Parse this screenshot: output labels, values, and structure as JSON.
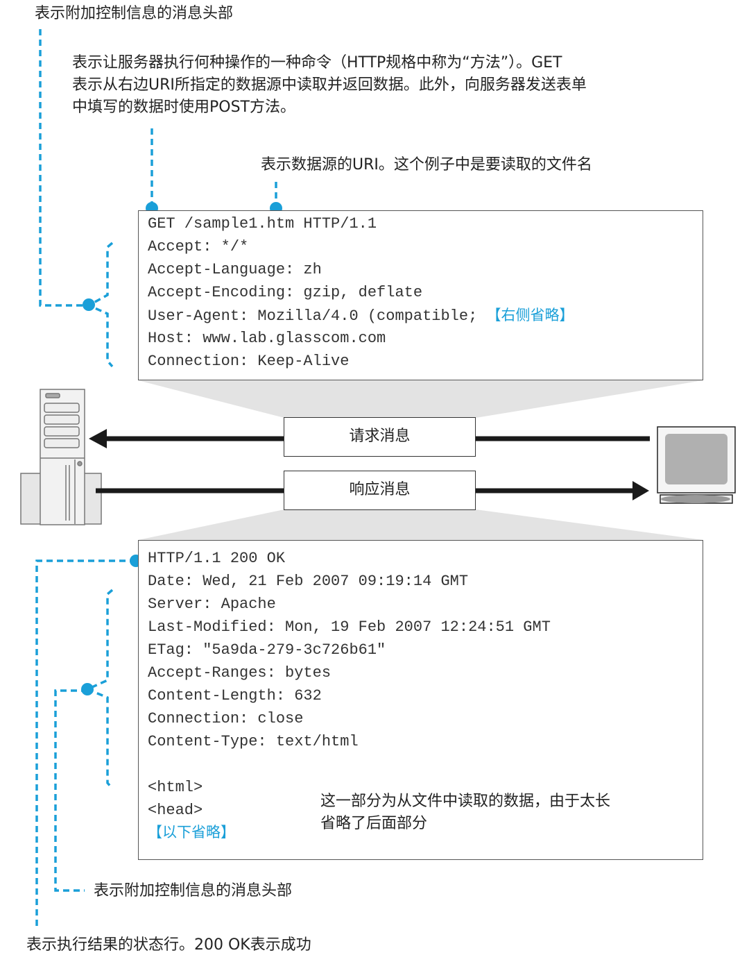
{
  "annotations": {
    "request_header_note": "表示附加控制信息的消息头部",
    "method_note": [
      "表示让服务器执行何种操作的一种命令（HTTP规格中称为“方法”）。GET",
      "表示从右边URI所指定的数据源中读取并返回数据。此外，向服务器发送表单",
      "中填写的数据时使用POST方法。"
    ],
    "uri_note": "表示数据源的URI。这个例子中是要读取的文件名",
    "response_header_note": "表示附加控制信息的消息头部",
    "status_note": "表示执行结果的状态行。200 OK表示成功",
    "body_note": [
      "这一部分为从文件中读取的数据，由于太长",
      "省略了后面部分"
    ]
  },
  "request": {
    "lines": [
      "GET /sample1.htm HTTP/1.1",
      "Accept: */*",
      "Accept-Language: zh",
      "Accept-Encoding: gzip, deflate",
      "User-Agent: Mozilla/4.0 (compatible; ",
      "Host: www.lab.glasscom.com",
      "Connection: Keep-Alive"
    ],
    "omitted": "【右侧省略】"
  },
  "response": {
    "lines": [
      "HTTP/1.1 200 OK",
      "Date: Wed, 21 Feb 2007 09:19:14 GMT",
      "Server: Apache",
      "Last-Modified: Mon, 19 Feb 2007 12:24:51 GMT",
      "ETag: \"5a9da-279-3c726b61\"",
      "Accept-Ranges: bytes",
      "Content-Length: 632",
      "Connection: close",
      "Content-Type: text/html"
    ],
    "body": [
      "<html>",
      "<head>"
    ],
    "omitted": "【以下省略】"
  },
  "labels": {
    "request": "请求消息",
    "response": "响应消息"
  },
  "colors": {
    "accent": "#1a9fd8",
    "shade": "#e3e3e3"
  }
}
